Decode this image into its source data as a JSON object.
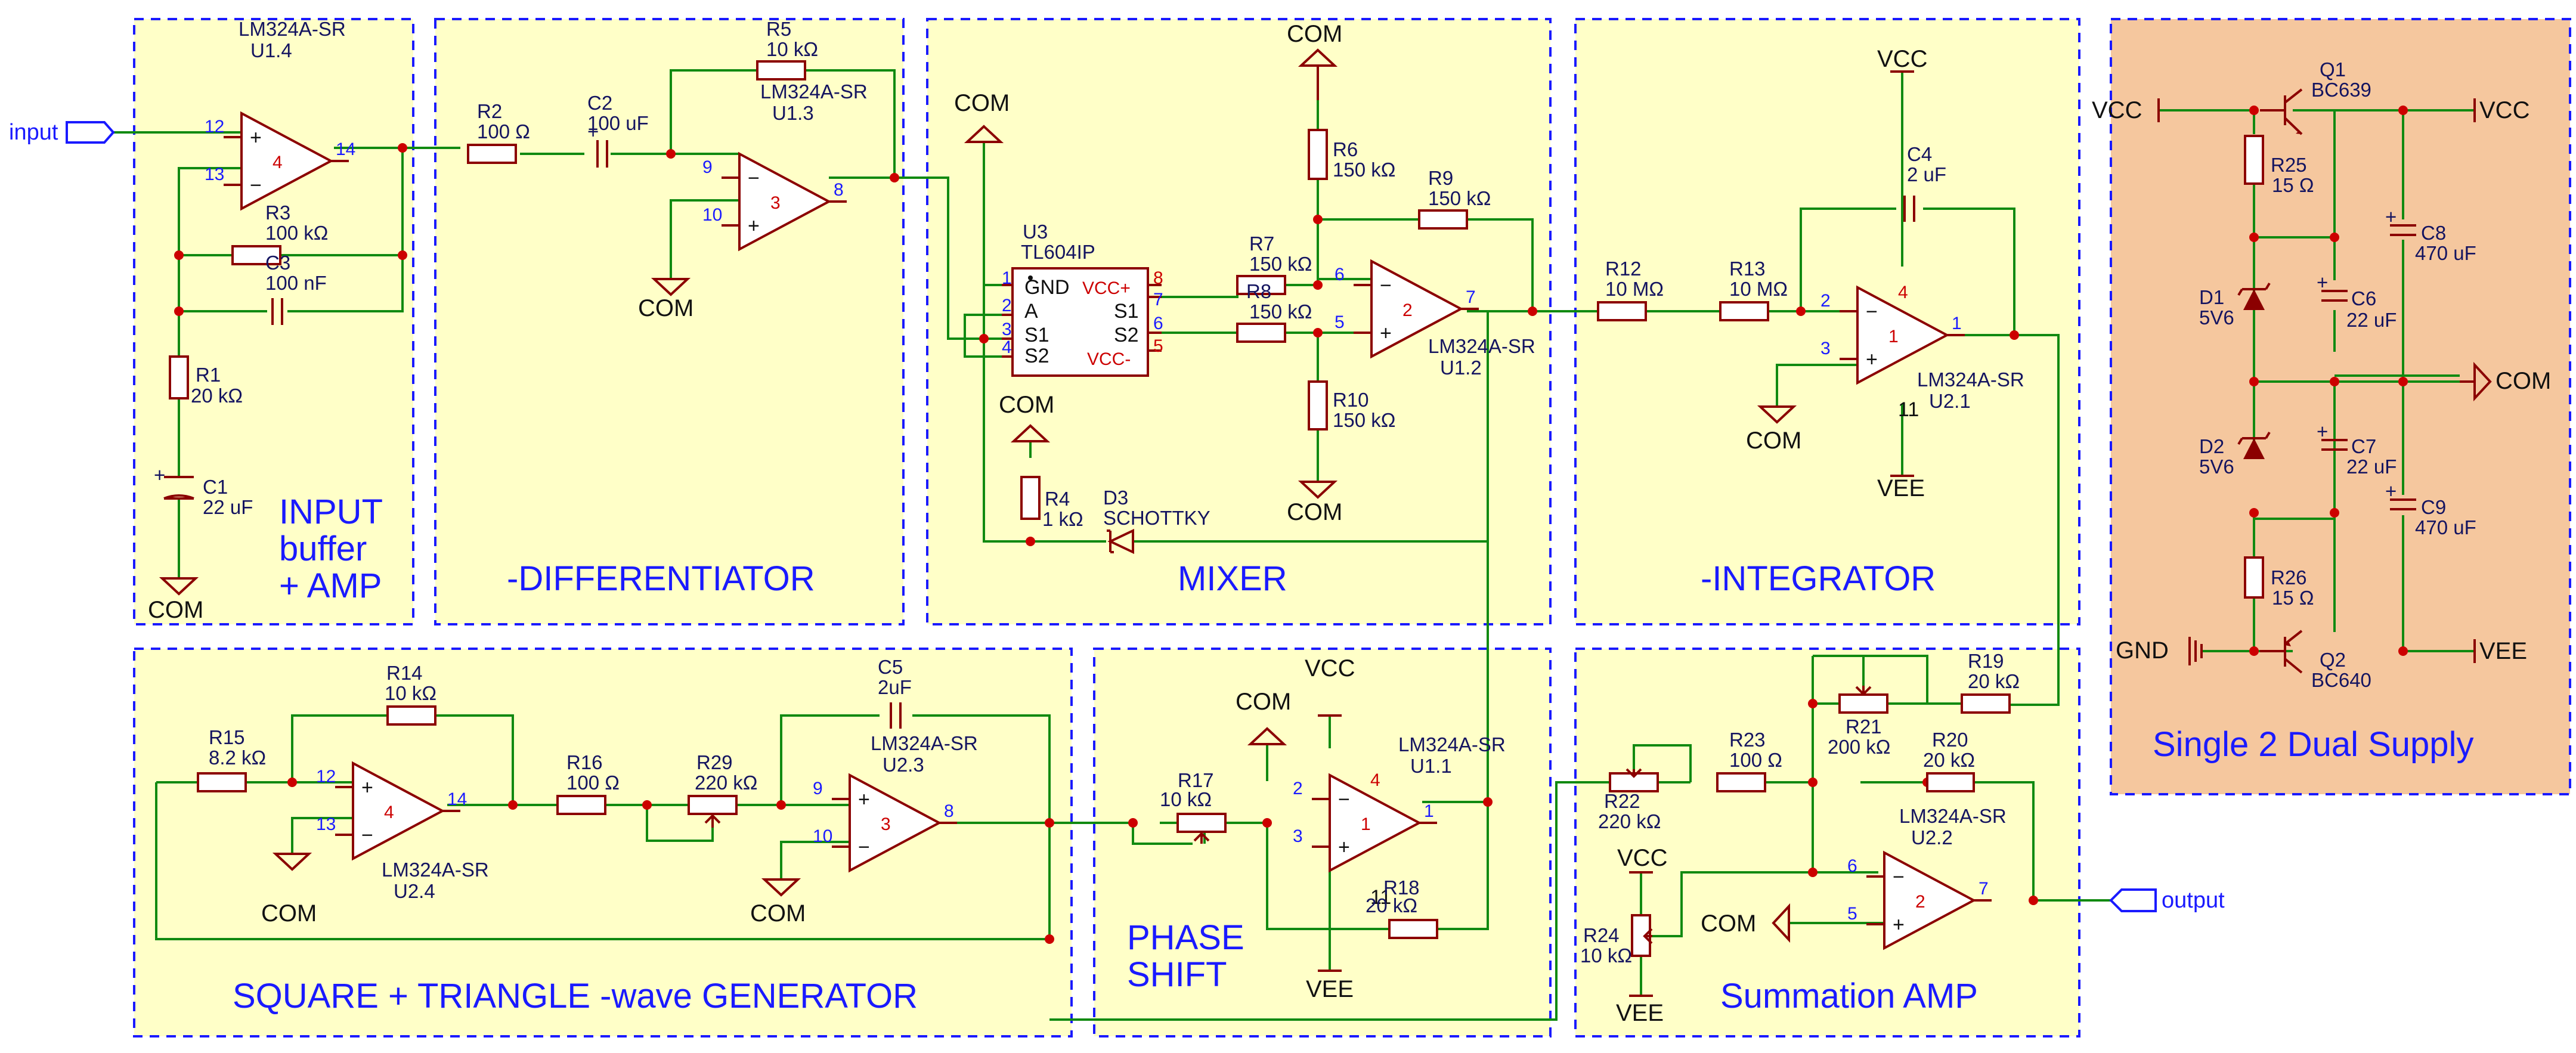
{
  "sections": {
    "input": [
      "INPUT",
      "buffer",
      "+ AMP"
    ],
    "differentiator": "-DIFFERENTIATOR",
    "mixer": "MIXER",
    "integrator": "-INTEGRATOR",
    "psu": "Single 2 Dual Supply",
    "generator": "SQUARE + TRIANGLE -wave GENERATOR",
    "phase": [
      "PHASE",
      "SHIFT"
    ],
    "summation": "Summation AMP"
  },
  "ports": {
    "input": "input",
    "output": "output"
  },
  "nets": {
    "com": "COM",
    "vcc": "VCC",
    "vee": "VEE",
    "gnd": "GND"
  },
  "opamps": [
    {
      "ref": "U1.4",
      "part": "LM324A-SR",
      "unit": "4",
      "pins": [
        "12",
        "13",
        "14"
      ]
    },
    {
      "ref": "U1.3",
      "part": "LM324A-SR",
      "unit": "3",
      "pins": [
        "9",
        "10",
        "8"
      ]
    },
    {
      "ref": "U1.2",
      "part": "LM324A-SR",
      "unit": "2",
      "pins": [
        "6",
        "5",
        "7"
      ]
    },
    {
      "ref": "U2.1",
      "part": "LM324A-SR",
      "unit": "1",
      "pins": [
        "2",
        "3",
        "1"
      ],
      "supply": [
        "4",
        "11"
      ]
    },
    {
      "ref": "U2.4",
      "part": "LM324A-SR",
      "unit": "4",
      "pins": [
        "12",
        "13",
        "14"
      ]
    },
    {
      "ref": "U2.3",
      "part": "LM324A-SR",
      "unit": "3",
      "pins": [
        "9",
        "10",
        "8"
      ]
    },
    {
      "ref": "U1.1",
      "part": "LM324A-SR",
      "unit": "1",
      "pins": [
        "2",
        "3",
        "1"
      ],
      "supply": [
        "4",
        "11"
      ]
    },
    {
      "ref": "U2.2",
      "part": "LM324A-SR",
      "unit": "2",
      "pins": [
        "6",
        "5",
        "7"
      ]
    }
  ],
  "resistors": [
    {
      "ref": "R1",
      "value": "20 kΩ"
    },
    {
      "ref": "R2",
      "value": "100 Ω"
    },
    {
      "ref": "R3",
      "value": "100 kΩ"
    },
    {
      "ref": "R4",
      "value": "1 kΩ"
    },
    {
      "ref": "R5",
      "value": "10 kΩ"
    },
    {
      "ref": "R6",
      "value": "150 kΩ"
    },
    {
      "ref": "R7",
      "value": "150 kΩ"
    },
    {
      "ref": "R8",
      "value": "150 kΩ"
    },
    {
      "ref": "R9",
      "value": "150 kΩ"
    },
    {
      "ref": "R10",
      "value": "150 kΩ"
    },
    {
      "ref": "R12",
      "value": "10 MΩ"
    },
    {
      "ref": "R13",
      "value": "10 MΩ"
    },
    {
      "ref": "R14",
      "value": "10 kΩ"
    },
    {
      "ref": "R15",
      "value": "8.2 kΩ"
    },
    {
      "ref": "R16",
      "value": "100 Ω"
    },
    {
      "ref": "R17",
      "value": "10 kΩ"
    },
    {
      "ref": "R18",
      "value": "20 kΩ"
    },
    {
      "ref": "R19",
      "value": "20 kΩ"
    },
    {
      "ref": "R20",
      "value": "20 kΩ"
    },
    {
      "ref": "R21",
      "value": "200 kΩ"
    },
    {
      "ref": "R22",
      "value": "220 kΩ"
    },
    {
      "ref": "R23",
      "value": "100 Ω"
    },
    {
      "ref": "R24",
      "value": "10 kΩ"
    },
    {
      "ref": "R25",
      "value": "15 Ω"
    },
    {
      "ref": "R26",
      "value": "15 Ω"
    },
    {
      "ref": "R29",
      "value": "220 kΩ"
    }
  ],
  "capacitors": [
    {
      "ref": "C1",
      "value": "22 uF"
    },
    {
      "ref": "C2",
      "value": "100 uF"
    },
    {
      "ref": "C3",
      "value": "100 nF"
    },
    {
      "ref": "C4",
      "value": "2 uF"
    },
    {
      "ref": "C5",
      "value": "2uF"
    },
    {
      "ref": "C6",
      "value": "22 uF"
    },
    {
      "ref": "C7",
      "value": "22 uF"
    },
    {
      "ref": "C8",
      "value": "470 uF"
    },
    {
      "ref": "C9",
      "value": "470 uF"
    }
  ],
  "diodes": [
    {
      "ref": "D1",
      "value": "5V6"
    },
    {
      "ref": "D2",
      "value": "5V6"
    },
    {
      "ref": "D3",
      "value": "SCHOTTKY"
    }
  ],
  "transistors": [
    {
      "ref": "Q1",
      "value": "BC639"
    },
    {
      "ref": "Q2",
      "value": "BC640"
    }
  ],
  "mux": {
    "ref": "U3",
    "part": "TL604IP",
    "left_pins": [
      "1",
      "2",
      "3",
      "4"
    ],
    "left_names": [
      "GND",
      "A",
      "S1",
      "S2"
    ],
    "right_pins": [
      "8",
      "7",
      "6",
      "5"
    ],
    "right_names": [
      "VCC+",
      "S1",
      "S2",
      "VCC-"
    ]
  },
  "colors": {
    "wire": "#118a11",
    "component": "#8b0000",
    "junction": "#cc0000",
    "panel": "#ffffc8",
    "psu_panel": "#f5c79e",
    "border": "#1a1aff",
    "section_title": "#1a1aff",
    "pin_number": "#1a1aff"
  }
}
